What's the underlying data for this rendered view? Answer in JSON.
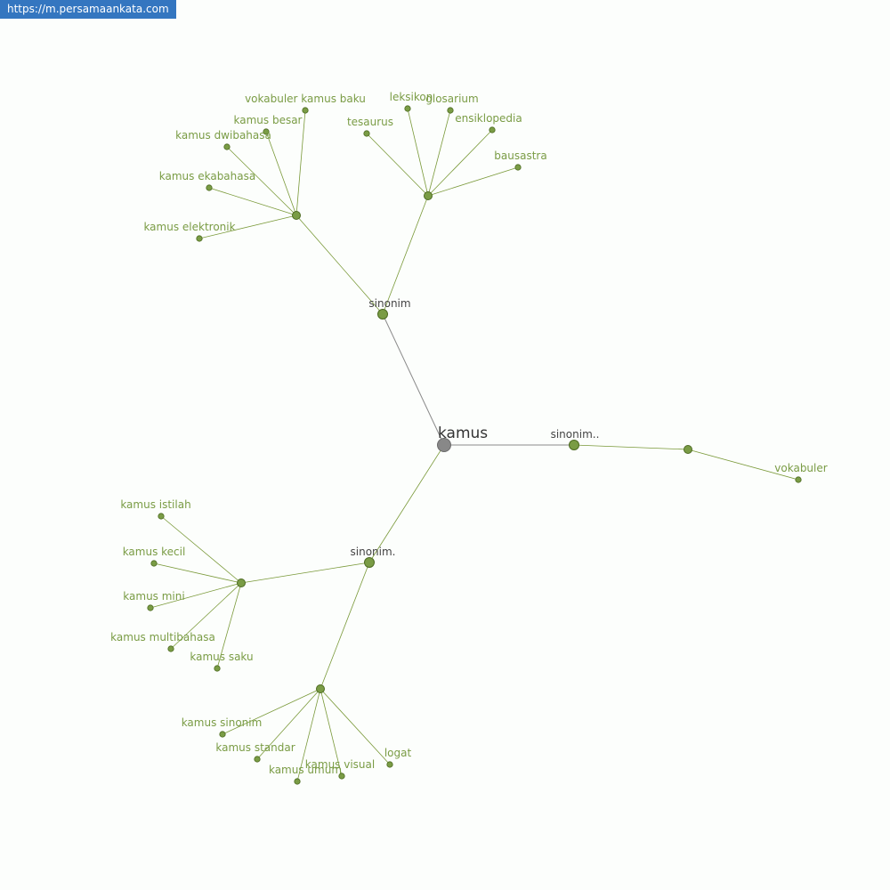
{
  "source_url": "https://m.persamaankata.com",
  "graph": {
    "root": {
      "label": "kamus"
    },
    "hub_labels": {
      "top": "sinonim",
      "right": "sinonim..",
      "bottom": "sinonim."
    },
    "leaves": [
      "vokabuler kamus baku",
      "kamus besar",
      "kamus dwibahasa",
      "kamus ekabahasa",
      "kamus elektronik",
      "leksikon",
      "glosarium",
      "tesaurus",
      "ensiklopedia",
      "bausastra",
      "vokabuler",
      "kamus istilah",
      "kamus kecil",
      "kamus mini",
      "kamus multibahasa",
      "kamus saku",
      "kamus sinonim",
      "kamus standar",
      "kamus umum",
      "kamus visual",
      "logat"
    ]
  },
  "colors": {
    "root_node": "#888888",
    "node": "#7a9c45",
    "leaf_text": "#7a9c45",
    "hub_text": "#444444",
    "badge": "#3476c0",
    "background": "#fcfefc"
  }
}
